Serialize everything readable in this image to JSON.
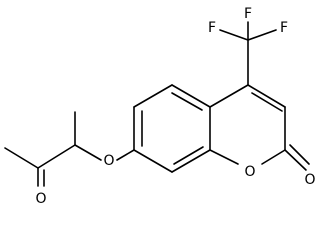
{
  "structure": {
    "atoms": {
      "f_top": "F",
      "f_left": "F",
      "f_right": "F",
      "o_ring": "O",
      "o_carbonyl_lactone": "O",
      "o_ether": "O",
      "o_ketone": "O"
    }
  },
  "colors": {
    "bond": "#000000",
    "label": "#000000",
    "background": "#ffffff"
  }
}
